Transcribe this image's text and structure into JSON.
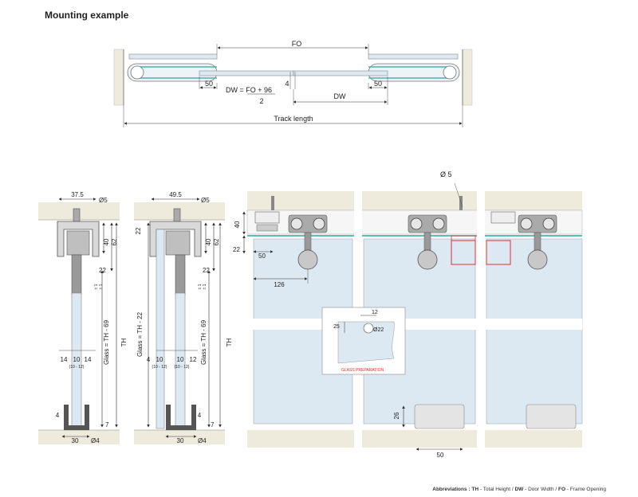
{
  "title": "Mounting example",
  "top_view": {
    "fo": "FO",
    "dw_formula": "DW = FO + 96",
    "dw_formula_den": "2",
    "dw": "DW",
    "dim_50_left": "50",
    "dim_50_right": "50",
    "dim_4": "4",
    "track_length": "Track length"
  },
  "section_1": {
    "d_37_5": "37.5",
    "d_o5": "Ø5",
    "d_40": "40",
    "d_62": "62",
    "d_22": "22",
    "d_pm1a": "± 1",
    "d_pm1b": "± 1",
    "d_14a": "14",
    "d_10": "10",
    "d_14b": "14",
    "d_range": "(10 - 12)",
    "d_glass": "Glass = TH - 69",
    "d_th": "TH",
    "d_4": "4",
    "d_7": "7",
    "d_30": "30",
    "d_o4": "Ø4"
  },
  "section_2": {
    "d_49_5": "49.5",
    "d_o5": "Ø5",
    "d_22top": "22",
    "d_40": "40",
    "d_62": "62",
    "d_22": "22",
    "d_pm1a": "± 1",
    "d_pm1b": "± 1",
    "d_4a": "4",
    "d_10a": "10",
    "d_10b": "10",
    "d_12": "12",
    "d_range_a": "(10 - 12)",
    "d_range_b": "(10 - 12)",
    "d_glass22": "Glass = TH - 22",
    "d_glass69": "Glass = TH - 69",
    "d_th": "TH",
    "d_4b": "4",
    "d_7": "7",
    "d_30": "30",
    "d_o4": "Ø4"
  },
  "front_view": {
    "d_o5": "Ø 5",
    "d_40": "40",
    "d_22": "22",
    "d_50": "50",
    "d_126": "126",
    "d_26": "26",
    "d_50b": "50",
    "d_12": "12",
    "d_25": "25",
    "d_o22": "Ø22",
    "glass_prep": "GLASS PREPARATION"
  },
  "abbreviations": {
    "lead": "Abbreviations :",
    "th_key": "TH",
    "th_text": " - Total Height / ",
    "dw_key": "DW",
    "dw_text": " - Door Width / ",
    "fo_key": "FO",
    "fo_text": " - Frame Opening"
  },
  "colors": {
    "glass": "#dce9f3",
    "wall": "#eeebdc",
    "teal": "#2aa89a",
    "red": "#e03030"
  }
}
